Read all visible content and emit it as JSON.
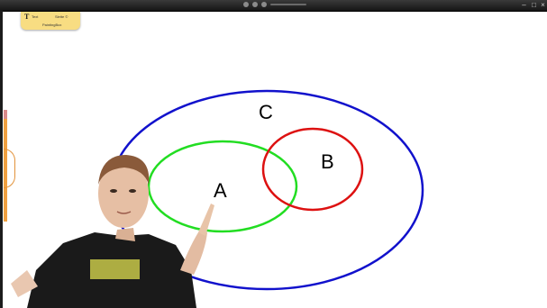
{
  "toolbar": {
    "text_tool_icon": "T",
    "text_tool_label": "Text",
    "side_label": "Slette ©",
    "app_name": "PaintingBox"
  },
  "diagram": {
    "label_a": "A",
    "label_b": "B",
    "label_c": "C"
  },
  "colors": {
    "circle_a": "#22dd22",
    "circle_b": "#dd1111",
    "circle_c": "#1111cc"
  }
}
